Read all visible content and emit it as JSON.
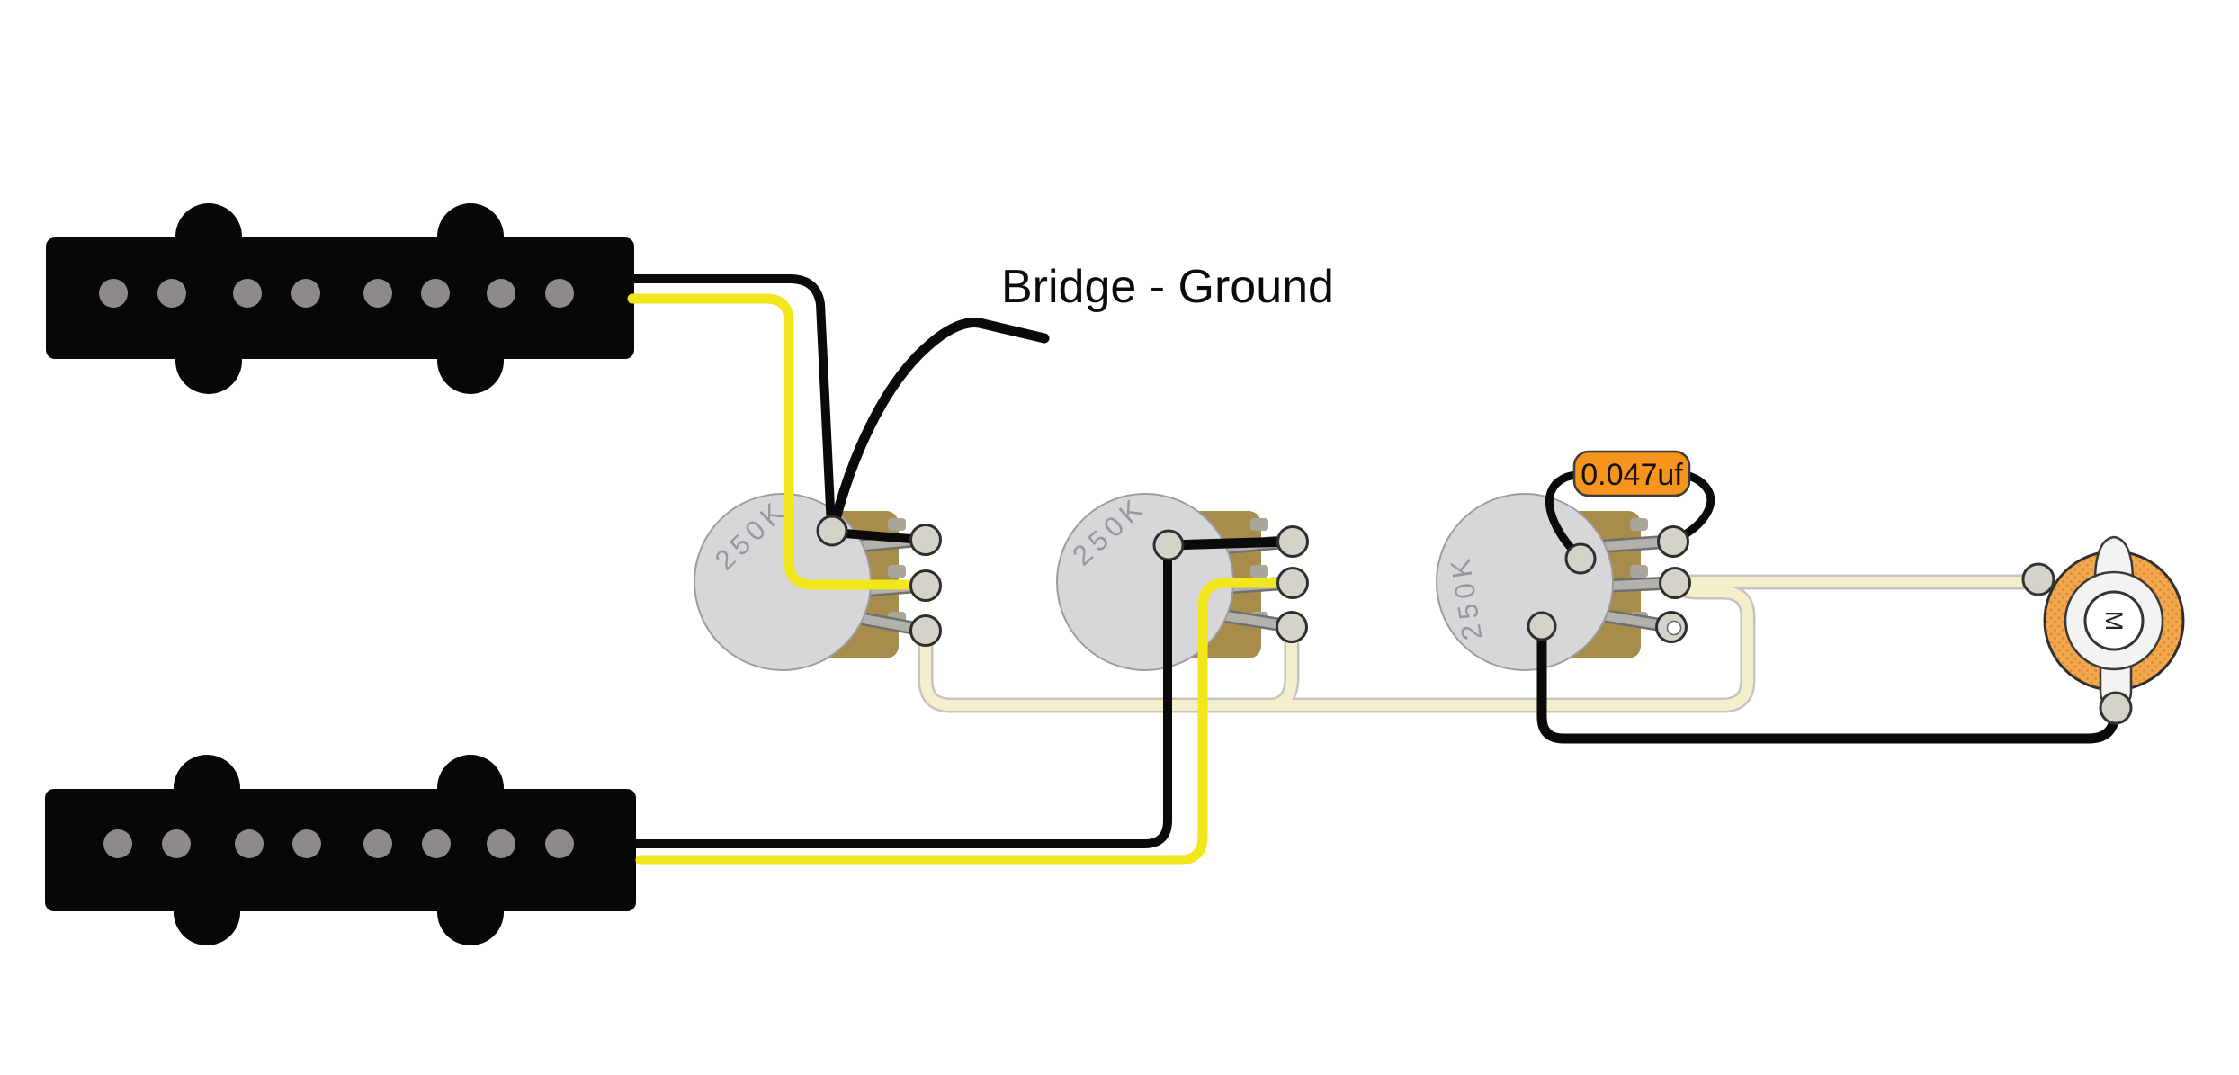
{
  "annotation": {
    "bridge_ground_label": "Bridge - Ground"
  },
  "capacitor": {
    "value": "0.047uf"
  },
  "pots": [
    {
      "label": "250K"
    },
    {
      "label": "250K"
    },
    {
      "label": "250K"
    }
  ],
  "jack": {
    "marking": "M"
  },
  "colors": {
    "wire_yellow": "#F2E71D",
    "wire_black": "#0A0A0A",
    "wire_cream": "#F3EFCB",
    "wire_cream_outline": "#C4C4C4",
    "capacitor_orange": "#F7941D",
    "pot_face_gray": "#D7D7DA",
    "pot_base_khaki": "#A78C4B",
    "pickup_black": "#070707",
    "pole_piece_gray": "#8F8A8A",
    "jack_orange": "#F4A84E",
    "terminal_gray": "#D5D2CA"
  }
}
